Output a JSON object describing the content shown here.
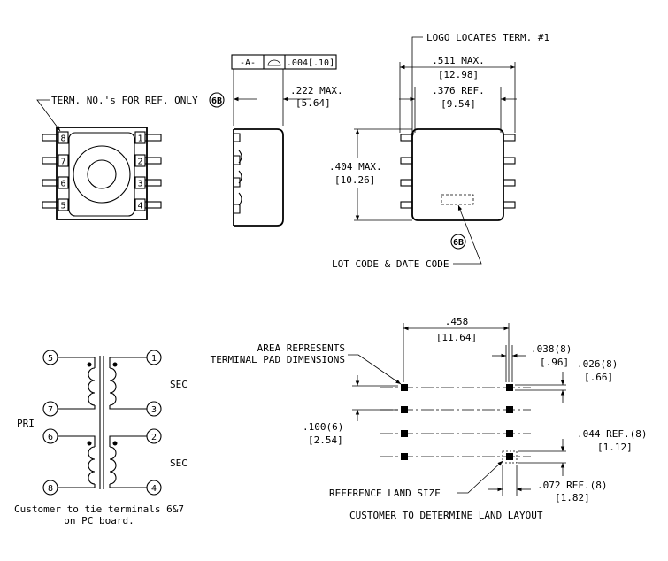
{
  "views": {
    "top": {
      "note": "TERM. NO.'s FOR REF. ONLY",
      "note_ref": "6B",
      "pins_left": [
        "8",
        "7",
        "6",
        "5"
      ],
      "pins_right": [
        "1",
        "2",
        "3",
        "4"
      ]
    },
    "side": {
      "datum": "-A-",
      "flatness": ".004[.10]",
      "height_in": ".222 MAX.",
      "height_mm": "[5.64]"
    },
    "right": {
      "logo_note": "LOGO LOCATES TERM. #1",
      "width_max_in": ".511 MAX.",
      "width_max_mm": "[12.98]",
      "width_ref_in": ".376 REF.",
      "width_ref_mm": "[9.54]",
      "length_in": ".404 MAX.",
      "length_mm": "[10.26]",
      "lot_ref": "6B",
      "lot_note": "LOT CODE & DATE CODE"
    }
  },
  "schematic": {
    "pins": [
      "5",
      "7",
      "6",
      "8",
      "1",
      "3",
      "2",
      "4"
    ],
    "pri_label": "PRI",
    "sec_label_top": "SEC",
    "sec_label_bottom": "SEC",
    "note_line1": "Customer to tie terminals 6&7",
    "note_line2": "on PC board."
  },
  "land": {
    "pitch_x_in": ".458",
    "pitch_x_mm": "[11.64]",
    "area_line1": "AREA REPRESENTS",
    "area_line2": "TERMINAL PAD DIMENSIONS",
    "pad_w_in": ".038(8)",
    "pad_w_mm": "[.96]",
    "pad_h_in": ".026(8)",
    "pad_h_mm": "[.66]",
    "pitch_y_in": ".100(6)",
    "pitch_y_mm": "[2.54]",
    "land_h_in": ".044 REF.(8)",
    "land_h_mm": "[1.12]",
    "land_w_in": ".072 REF.(8)",
    "land_w_mm": "[1.82]",
    "ref_land": "REFERENCE LAND SIZE",
    "footer": "CUSTOMER TO DETERMINE LAND LAYOUT"
  }
}
